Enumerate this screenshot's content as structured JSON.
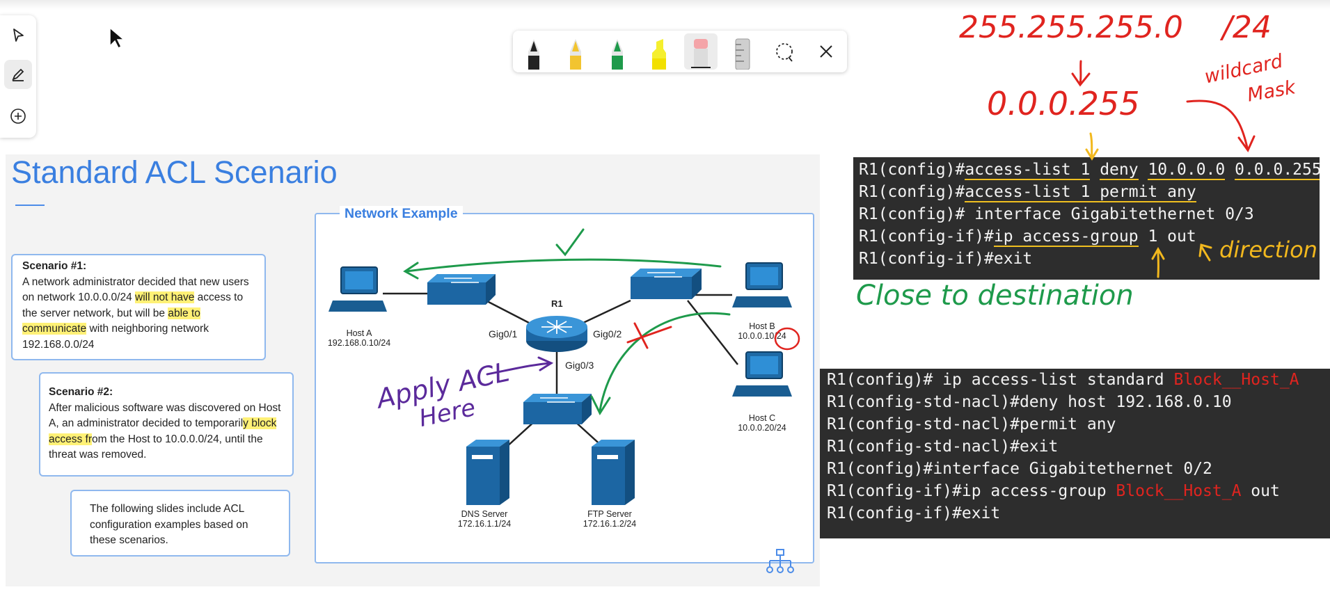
{
  "toolbar": {
    "tools": [
      "select-arrow",
      "pen",
      "add"
    ]
  },
  "pen_bar": {
    "pens": [
      {
        "name": "black-pen",
        "color": "#222222"
      },
      {
        "name": "yellow-pen",
        "color": "#f2c430"
      },
      {
        "name": "green-pen",
        "color": "#1e9a4b"
      },
      {
        "name": "highlighter",
        "color": "#f5ef2e"
      },
      {
        "name": "eraser",
        "color": "#f4a4a8"
      },
      {
        "name": "ruler",
        "color": "#9a9a9a"
      }
    ]
  },
  "slide": {
    "title": "Standard ACL Scenario",
    "scenario1": {
      "heading": "Scenario #1:",
      "p1": "A network administrator decided that new users on network 10.0.0.0/24 ",
      "h1": "will not have",
      "p2": " access to the server network, but will be ",
      "h2": "able to communicate",
      "p3": " with neighboring network 192.168.0.0/24"
    },
    "scenario2": {
      "heading": "Scenario #2:",
      "p1": "After malicious software was discovered on Host A, an administrator decided to temporaril",
      "h1": "y block access fr",
      "p2": "om the Host to 10.0.0.0/24, until the threat was removed."
    },
    "note": "The following slides include ACL configuration examples based on these scenarios.",
    "network": {
      "title": "Network Example",
      "router": "R1",
      "gig01": "Gig0/1",
      "gig02": "Gig0/2",
      "gig03": "Gig0/3",
      "hostA": {
        "name": "Host A",
        "ip": "192.168.0.10/24"
      },
      "hostB": {
        "name": "Host B",
        "ip": "10.0.0.10/24"
      },
      "hostC": {
        "name": "Host C",
        "ip": "10.0.0.20/24"
      },
      "dns": {
        "name": "DNS Server",
        "ip": "172.16.1.1/24"
      },
      "ftp": {
        "name": "FTP Server",
        "ip": "172.16.1.2/24"
      }
    }
  },
  "terminal1": {
    "line1_prefix": "R1(config)#",
    "line1_cmd": "access-list 1",
    "line1_sp1": " ",
    "line1_deny": "deny",
    "line1_sp2": " ",
    "line1_net": "10.0.0.0",
    "line1_sp3": " ",
    "line1_wild": "0.0.0.255",
    "line2_prefix": "R1(config)#",
    "line2_cmd": "access-list 1 permit any",
    "line3": "R1(config)# interface Gigabitethernet 0/3",
    "line4_prefix": "R1(config-if)#",
    "line4_cmd": "ip access-group",
    "line4_rest": " 1 out",
    "line5": "R1(config-if)#exit"
  },
  "terminal2": {
    "line1_prefix": "R1(config)# ip access-list standard ",
    "line1_name": "Block__Host_A",
    "line2": "R1(config-std-nacl)#deny host 192.168.0.10",
    "line3": "R1(config-std-nacl)#permit any",
    "line4": "R1(config-std-nacl)#exit",
    "line5": "R1(config)#interface Gigabitethernet 0/2",
    "line6_prefix": "R1(config-if)#ip access-group ",
    "line6_name": "Block__Host_A",
    "line6_rest": " out",
    "line7": "R1(config-if)#exit"
  },
  "annotations": {
    "subnet_mask": "255.255.255.0",
    "prefix": "/24",
    "wildcard": "0.0.0.255",
    "wildcard_label_1": "wildcard",
    "wildcard_label_2": "Mask",
    "direction": "direction",
    "close_to_destination": "Close to destination",
    "apply_1": "Apply ACL",
    "apply_2": "Here",
    "colors": {
      "red": "#e0241f",
      "green": "#1e9a4b",
      "yellow": "#f2b81e",
      "purple": "#5b2a9b"
    }
  }
}
